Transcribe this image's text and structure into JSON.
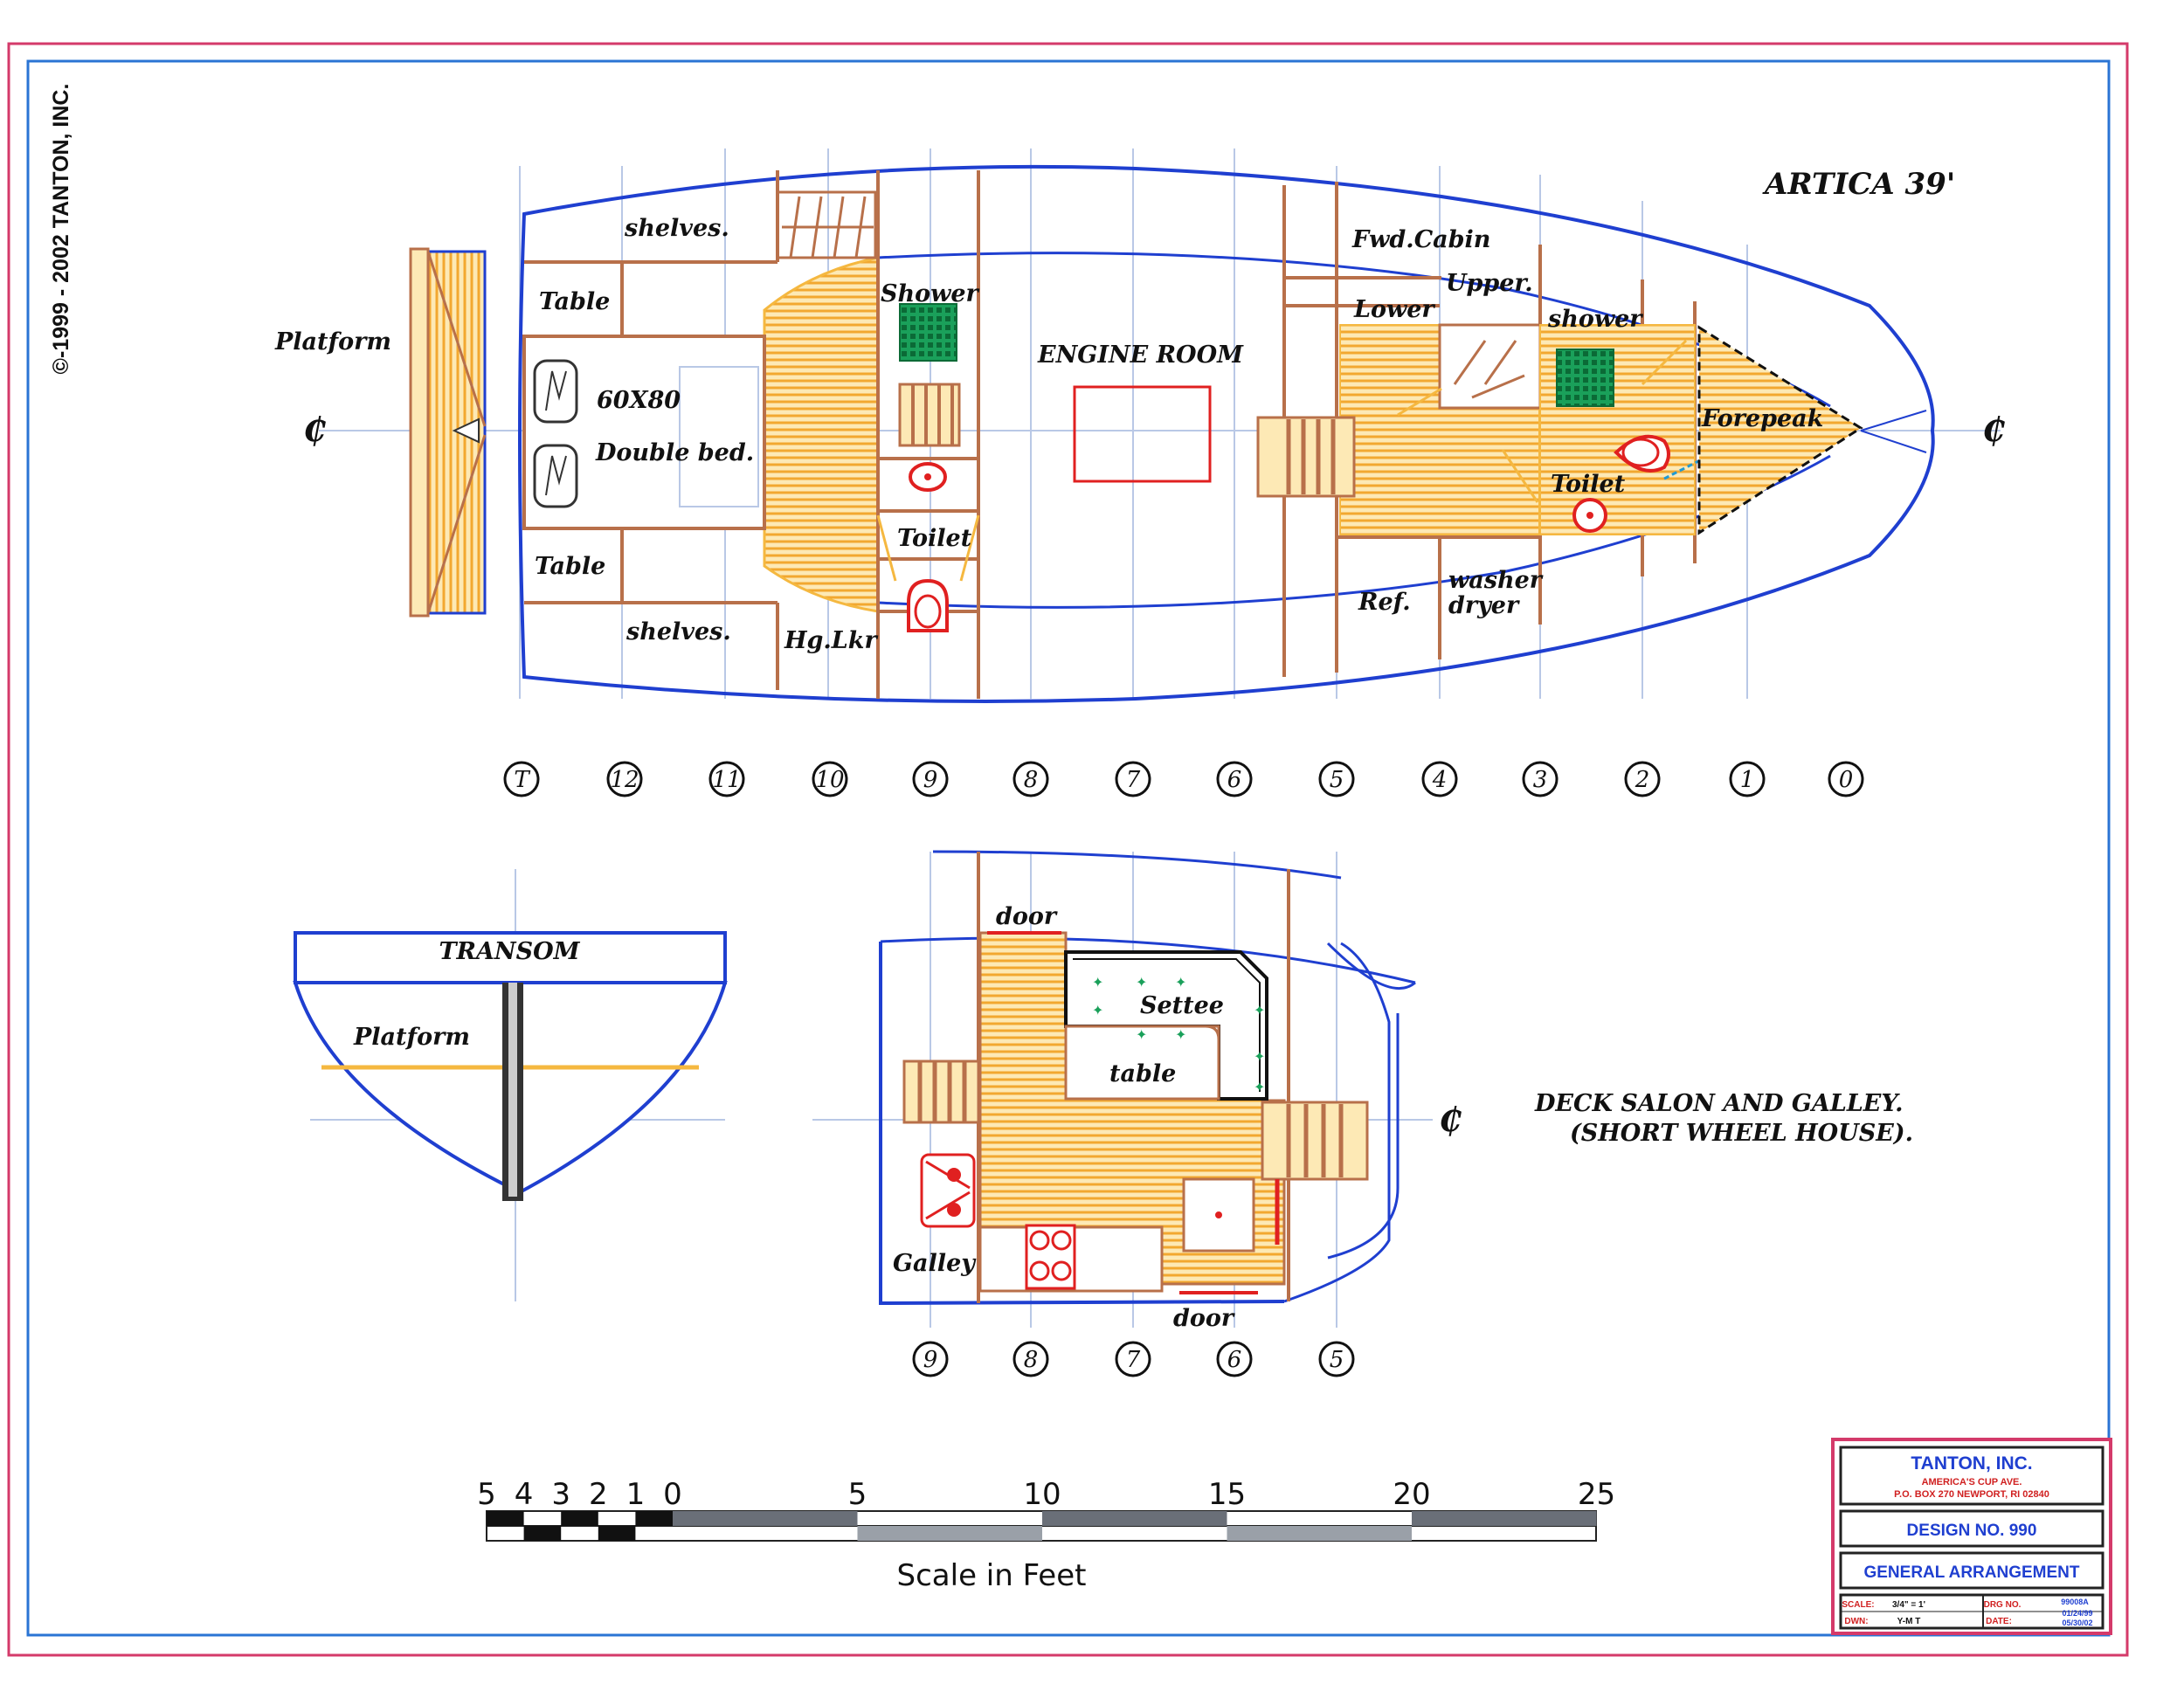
{
  "copyright": "©-1999 - 2002 TANTON, INC.",
  "boat_name": "ARTICA 39'",
  "centerline_symbol": "₵",
  "plan": {
    "platform": "Platform",
    "table_upper": "Table",
    "table_lower": "Table",
    "shelves_upper": "shelves.",
    "shelves_lower": "shelves.",
    "bed_size": "60X80",
    "bed_name": "Double  bed.",
    "shower_aft": "Shower",
    "toilet_aft": "Toilet",
    "hanging_locker": "Hg.Lkr",
    "engine_room": "ENGINE ROOM",
    "fwd_cabin": "Fwd.Cabin",
    "upper": "Upper.",
    "lower": "Lower",
    "shower_fwd": "shower",
    "toilet_fwd": "Toilet",
    "forepeak": "Forepeak",
    "ref": "Ref.",
    "washer": "washer",
    "dryer": "dryer"
  },
  "stations_main": [
    "T",
    "12",
    "11",
    "10",
    "9",
    "8",
    "7",
    "6",
    "5",
    "4",
    "3",
    "2",
    "1",
    "0"
  ],
  "stations_salon": [
    "9",
    "8",
    "7",
    "6",
    "5"
  ],
  "transom": {
    "title": "TRANSOM",
    "platform": "Platform"
  },
  "salon": {
    "door_top": "door",
    "door_bottom": "door",
    "settee": "Settee",
    "table": "table",
    "galley": "Galley"
  },
  "deck_title": {
    "line1": "DECK SALON AND GALLEY.",
    "line2": "(SHORT WHEEL HOUSE)."
  },
  "scale": {
    "ticks": [
      "5",
      "4",
      "3",
      "2",
      "1",
      "0",
      "5",
      "10",
      "15",
      "20",
      "25"
    ],
    "caption": "Scale in Feet"
  },
  "title_block": {
    "company": "TANTON, INC.",
    "address1": "AMERICA'S CUP AVE.",
    "address2": "P.O. BOX 270 NEWPORT, RI 02840",
    "design": "DESIGN NO. 990",
    "sheet": "GENERAL ARRANGEMENT",
    "scale_label": "SCALE:",
    "scale_value": "3/4\" = 1'",
    "dwn_label": "DWN:",
    "dwn_value": "Y-M T",
    "drg_label": "DRG NO.",
    "drg_value": "99008A",
    "date_label": "DATE:",
    "date_value1": "01/24/99",
    "date_value2": "05/30/02"
  },
  "colors": {
    "hull": "#1f3fd0",
    "border_outer": "#d43a6a",
    "border_inner": "#2a74d4",
    "structure": "#b8704a",
    "sole": "#f5b840",
    "fixture": "#e02020",
    "shower_grid": "#1aa05a"
  }
}
